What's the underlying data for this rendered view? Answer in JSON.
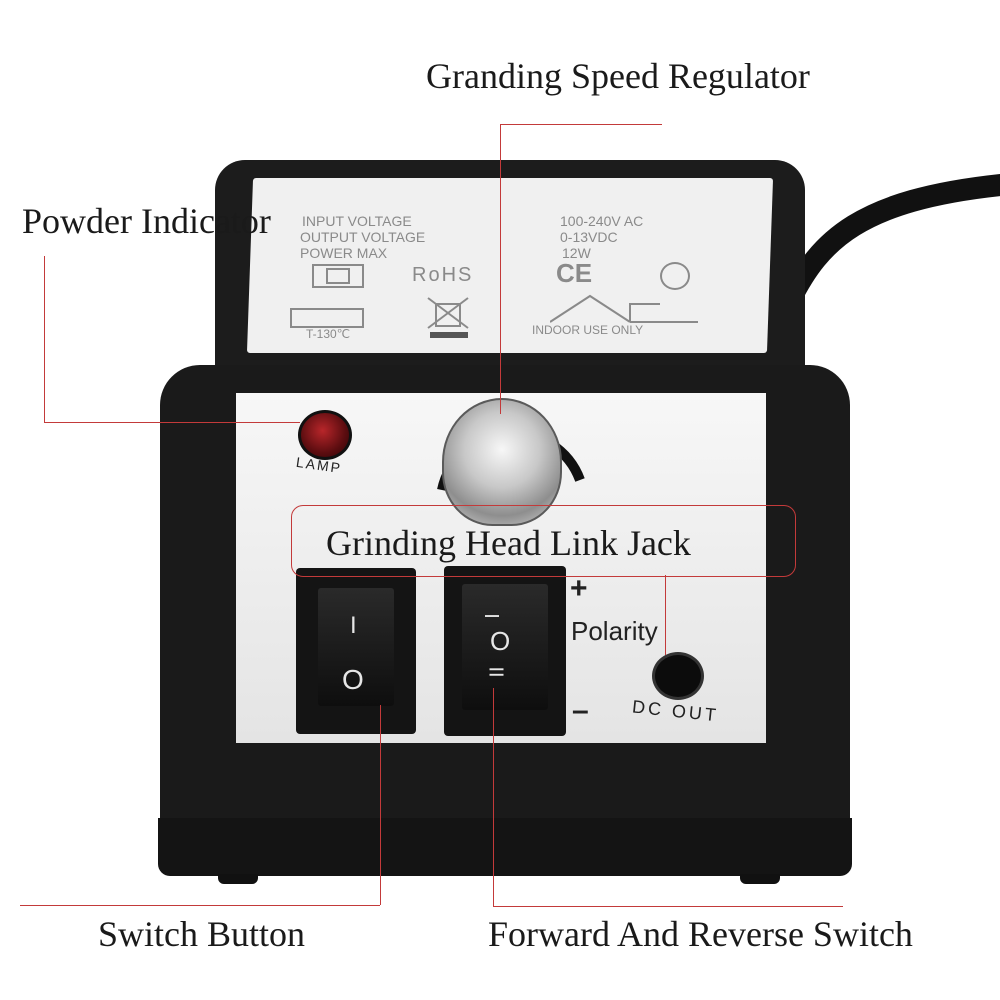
{
  "callouts": {
    "speed_regulator": "Granding Speed Regulator",
    "powder_indicator": "Powder Indicator",
    "link_jack": "Grinding Head Link Jack",
    "switch_button": "Switch Button",
    "forward_reverse": "Forward And Reverse Switch"
  },
  "top_label": {
    "input_voltage": "INPUT VOLTAGE",
    "input_voltage_value": "100-240V AC",
    "output_voltage": "OUTPUT VOLTAGE",
    "output_voltage_value": "0-13VDC",
    "power_max": "POWER MAX",
    "power_max_value": "12W",
    "rohs": "RoHS",
    "ce": "CE",
    "temp": "T-130℃",
    "indoor": "INDOOR USE ONLY"
  },
  "front_panel": {
    "lamp": "LAMP",
    "plus": "+",
    "minus": "–",
    "polarity": "Polarity",
    "dc_out": "DC OUT",
    "power_on_glyph": "I",
    "power_off_glyph": "O",
    "fr_glyph_1": "I",
    "fr_glyph_center": "O",
    "fr_glyph_2": "II"
  },
  "colors": {
    "leader_line": "#c33a3a",
    "device_body": "#1b1b1b",
    "panel": "#f2f2f2"
  }
}
